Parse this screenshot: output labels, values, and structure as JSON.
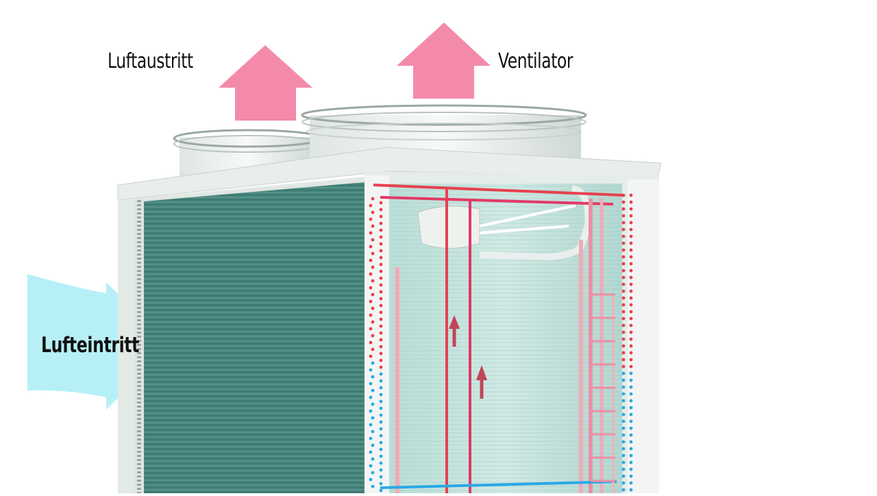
{
  "labels": {
    "air_outlet": "Luftaustritt",
    "fan": "Ventilator",
    "air_inlet": "Lufteintritt"
  },
  "colors": {
    "arrow_pink": "#f48aa9",
    "arrow_cyan": "#b6f0f6",
    "hot_pipe": "#e8404f",
    "cold_pipe": "#2aa8e6",
    "coil_green": "#3e7f78",
    "frame_white": "#eef1ee"
  },
  "icons": {
    "outlet_arrow": "up-arrow-icon",
    "fan_arrow": "up-arrow-icon",
    "inlet_arrow": "right-arrow-icon"
  }
}
